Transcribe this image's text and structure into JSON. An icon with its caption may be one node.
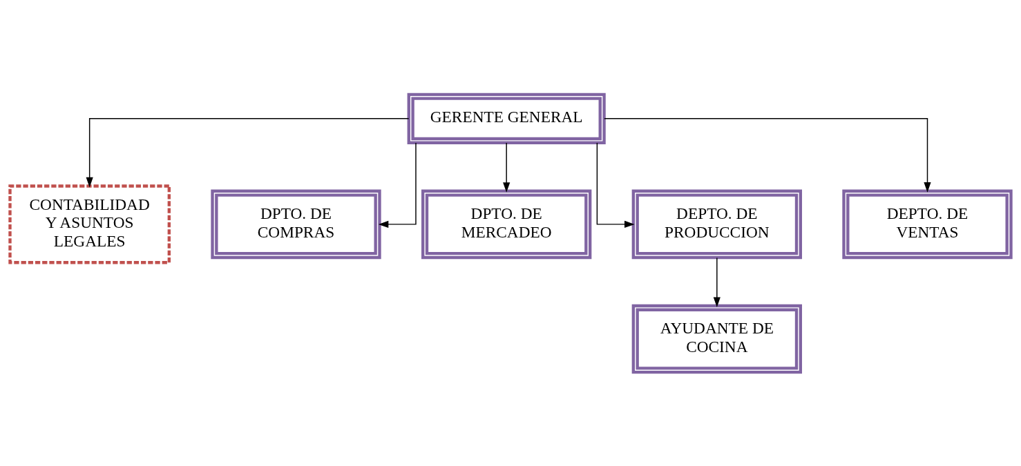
{
  "diagram": {
    "nodes": [
      {
        "text": [
          "GERENTE GENERAL"
        ]
      },
      {
        "text": [
          "CONTABILIDAD Y ASUNTOS LEGALES"
        ]
      },
      {
        "text": [
          "DPTO. DE COMPRAS"
        ]
      },
      {
        "text": [
          "DPTO. DE MERCADEO"
        ]
      },
      {
        "text": [
          "DEPTO. DE PRODUCCION"
        ]
      },
      {
        "text": [
          "DEPTO. DE VENTAS"
        ]
      },
      {
        "text": [
          "AYUDANTE DE COCINA"
        ]
      }
    ],
    "edges": [
      {
        "from": 0,
        "to": 1,
        "arrow": "to"
      },
      {
        "from": 0,
        "to": 2,
        "arrow": "to"
      },
      {
        "from": 0,
        "to": 3,
        "arrow": "to"
      },
      {
        "from": 0,
        "to": 4,
        "arrow": "to"
      },
      {
        "from": 0,
        "to": 5,
        "arrow": "to"
      },
      {
        "from": 4,
        "to": 6,
        "arrow": "to"
      }
    ]
  }
}
